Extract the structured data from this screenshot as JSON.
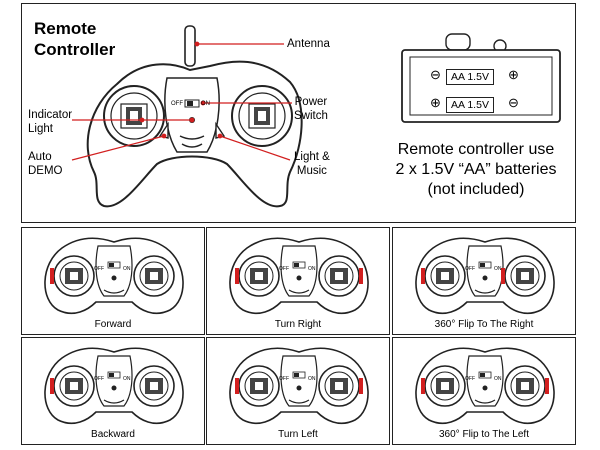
{
  "panel": {
    "title_line1": "Remote",
    "title_line2": "Controller",
    "callouts": {
      "antenna": "Antenna",
      "power_line1": "Power",
      "power_line2": "Switch",
      "indicator_line1": "Indicator",
      "indicator_line2": "Light",
      "auto_line1": "Auto",
      "auto_line2": "DEMO",
      "light_line1": "Light &",
      "light_line2": "Music"
    },
    "switch_off": "OFF",
    "switch_on": "ON",
    "battery_labels": [
      "AA 1.5V",
      "AA 1.5V"
    ],
    "battery_symbols": {
      "minus": "⊖",
      "plus": "⊕"
    },
    "battery_note_line1": "Remote controller use",
    "battery_note_line2": "2 x 1.5V “AA” batteries",
    "battery_note_line3": "(not included)"
  },
  "highlight_color": "#d21f1f",
  "cells": [
    {
      "label": "Forward"
    },
    {
      "label": "Turn Right"
    },
    {
      "label": "360° Flip To The Right"
    },
    {
      "label": "Backward"
    },
    {
      "label": "Turn Left"
    },
    {
      "label": "360° Flip to The Left"
    }
  ]
}
